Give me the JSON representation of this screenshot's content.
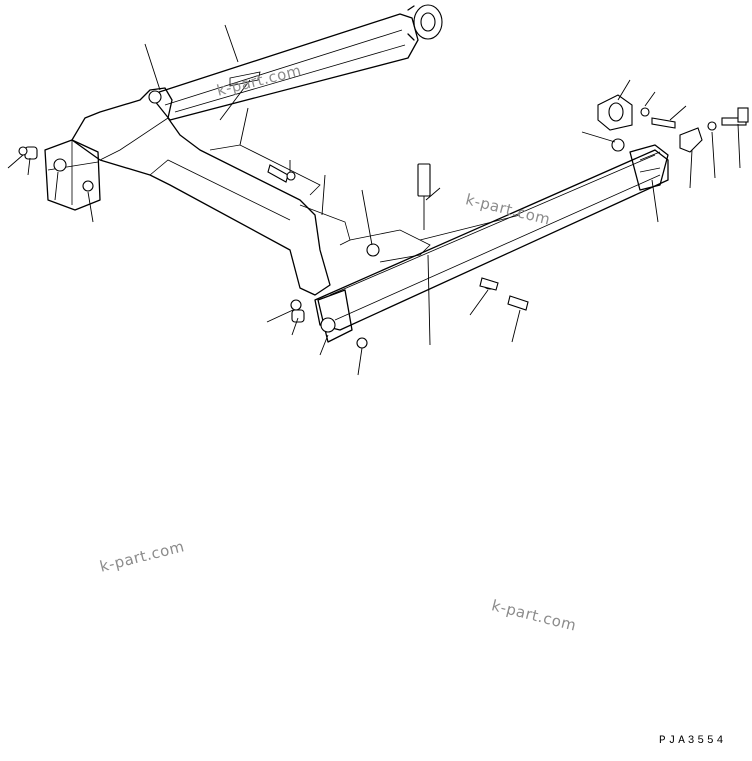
{
  "watermarks": [
    "k-part.com",
    "k-part.com",
    "k-part.com",
    "k-part.com"
  ],
  "drawing_code": "PJA3554",
  "colors": {
    "ink": "#000000",
    "watermark": "#8c8c8c",
    "paper": "#ffffff"
  }
}
